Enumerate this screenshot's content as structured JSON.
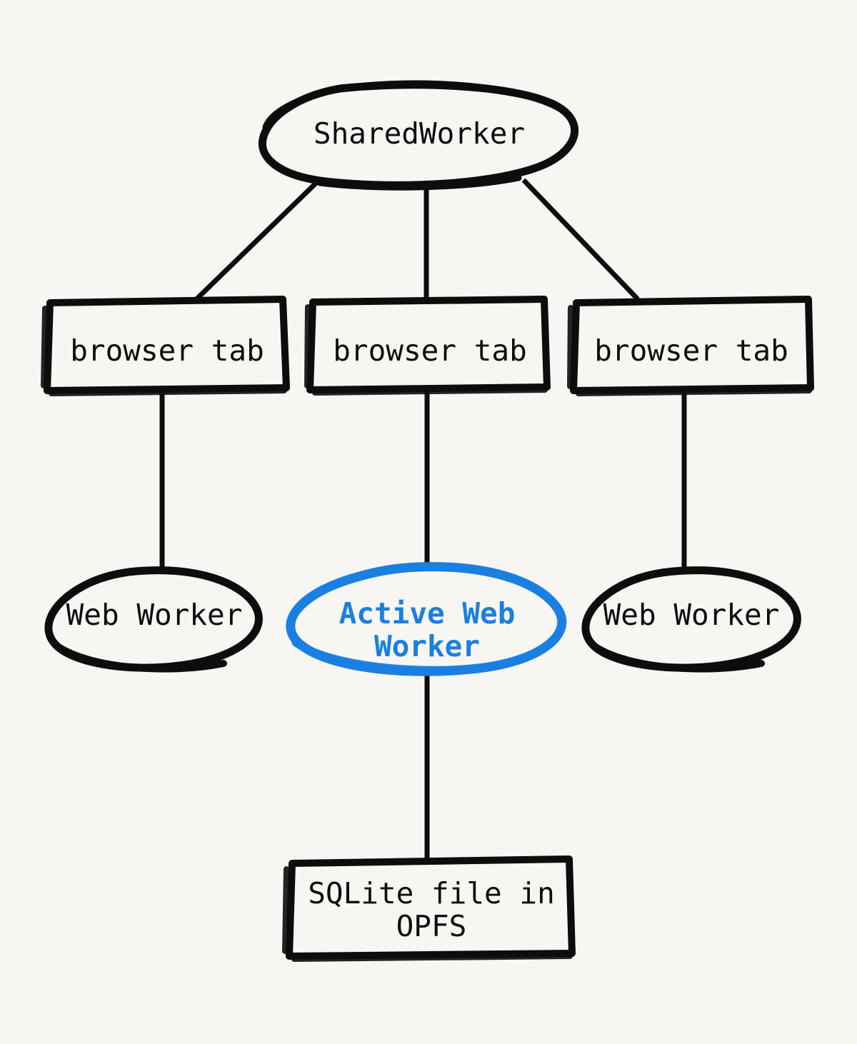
{
  "diagram": {
    "title": "SharedWorker / browser tab / Web Worker / OPFS architecture",
    "background_color": "#f7f6f2",
    "default_stroke_color": "#0d0d0d",
    "accent_color": "#1a7fe0",
    "style": "hand-drawn sketch",
    "nodes": {
      "shared_worker": {
        "label": "SharedWorker",
        "shape": "ellipse",
        "color": "#0d0d0d"
      },
      "tab_left": {
        "label": "browser tab",
        "shape": "rectangle",
        "color": "#0d0d0d"
      },
      "tab_center": {
        "label": "browser tab",
        "shape": "rectangle",
        "color": "#0d0d0d"
      },
      "tab_right": {
        "label": "browser tab",
        "shape": "rectangle",
        "color": "#0d0d0d"
      },
      "worker_left": {
        "label": "Web Worker",
        "shape": "ellipse",
        "color": "#0d0d0d"
      },
      "worker_center": {
        "label_line1": "Active Web",
        "label_line2": "Worker",
        "shape": "ellipse",
        "color": "#1a7fe0",
        "highlighted": "true"
      },
      "worker_right": {
        "label": "Web Worker",
        "shape": "ellipse",
        "color": "#0d0d0d"
      },
      "storage": {
        "label_line1": "SQLite file in",
        "label_line2": "OPFS",
        "shape": "rectangle",
        "color": "#0d0d0d"
      }
    },
    "edges": [
      {
        "from": "shared_worker",
        "to": "tab_left",
        "kind": "diagonal"
      },
      {
        "from": "shared_worker",
        "to": "tab_center",
        "kind": "vertical"
      },
      {
        "from": "shared_worker",
        "to": "tab_right",
        "kind": "diagonal"
      },
      {
        "from": "tab_left",
        "to": "worker_left",
        "kind": "vertical"
      },
      {
        "from": "tab_center",
        "to": "worker_center",
        "kind": "vertical"
      },
      {
        "from": "tab_right",
        "to": "worker_right",
        "kind": "vertical"
      },
      {
        "from": "worker_center",
        "to": "storage",
        "kind": "vertical"
      }
    ]
  }
}
